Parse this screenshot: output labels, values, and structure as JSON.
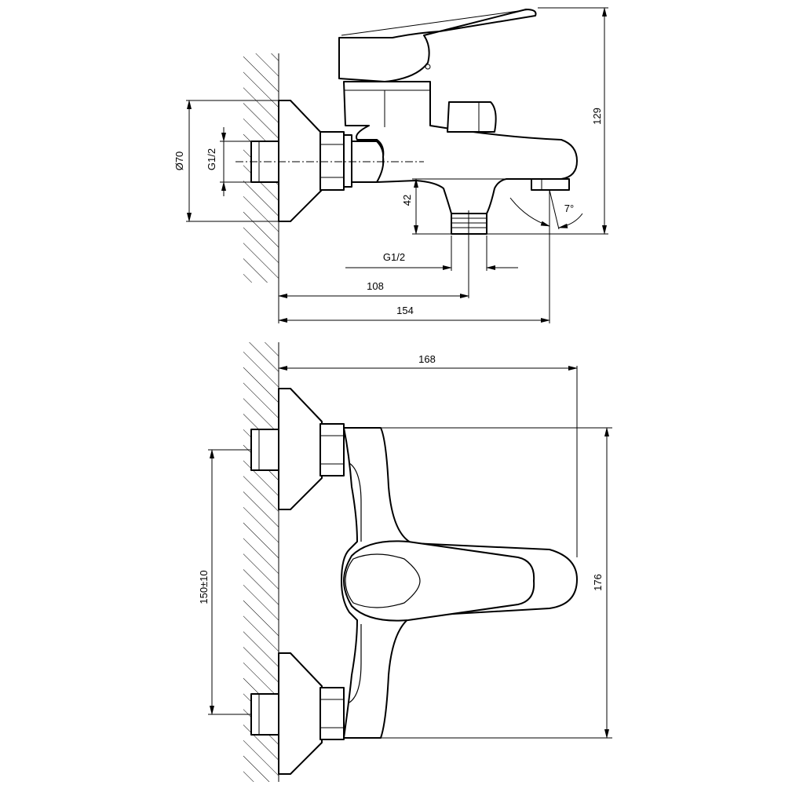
{
  "top_view": {
    "dims": {
      "d70": "Ø70",
      "g12_left": "G1/2",
      "h42": "42",
      "g12_bottom": "G1/2",
      "d108": "108",
      "d154": "154",
      "d129": "129",
      "angle": "7°"
    }
  },
  "front_view": {
    "dims": {
      "d168": "168",
      "d176": "176",
      "d150": "150±10"
    }
  },
  "colors": {
    "line": "#000000",
    "background": "#ffffff"
  }
}
